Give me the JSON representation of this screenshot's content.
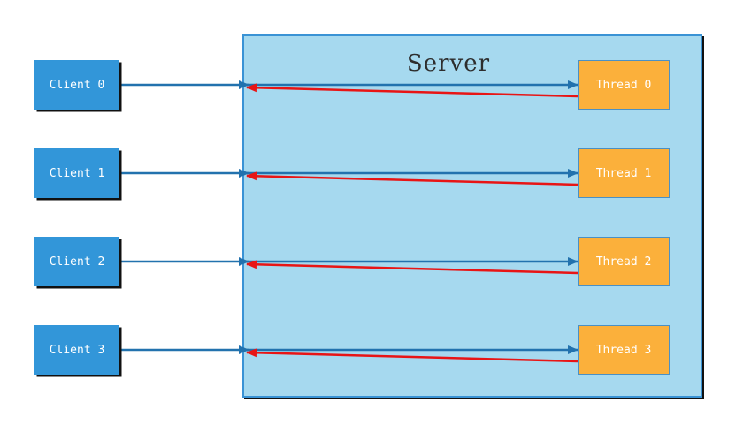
{
  "diagram": {
    "title": "Server",
    "clients": [
      {
        "label": "Client 0"
      },
      {
        "label": "Client 1"
      },
      {
        "label": "Client 2"
      },
      {
        "label": "Client 3"
      }
    ],
    "threads": [
      {
        "label": "Thread 0"
      },
      {
        "label": "Thread 1"
      },
      {
        "label": "Thread 2"
      },
      {
        "label": "Thread 3"
      }
    ],
    "arrows": {
      "request_direction": "client-to-thread",
      "response_direction": "thread-to-server-edge"
    },
    "colors": {
      "client_fill": "#3296d9",
      "thread_fill": "#fbb03b",
      "thread_border": "#4a90c4",
      "server_fill": "#a6d9ef",
      "server_border": "#3a93d5",
      "title_color": "#2d2d2d",
      "box_text": "#ffffff",
      "request_color": "#2272ae",
      "response_color": "#e81515"
    }
  }
}
